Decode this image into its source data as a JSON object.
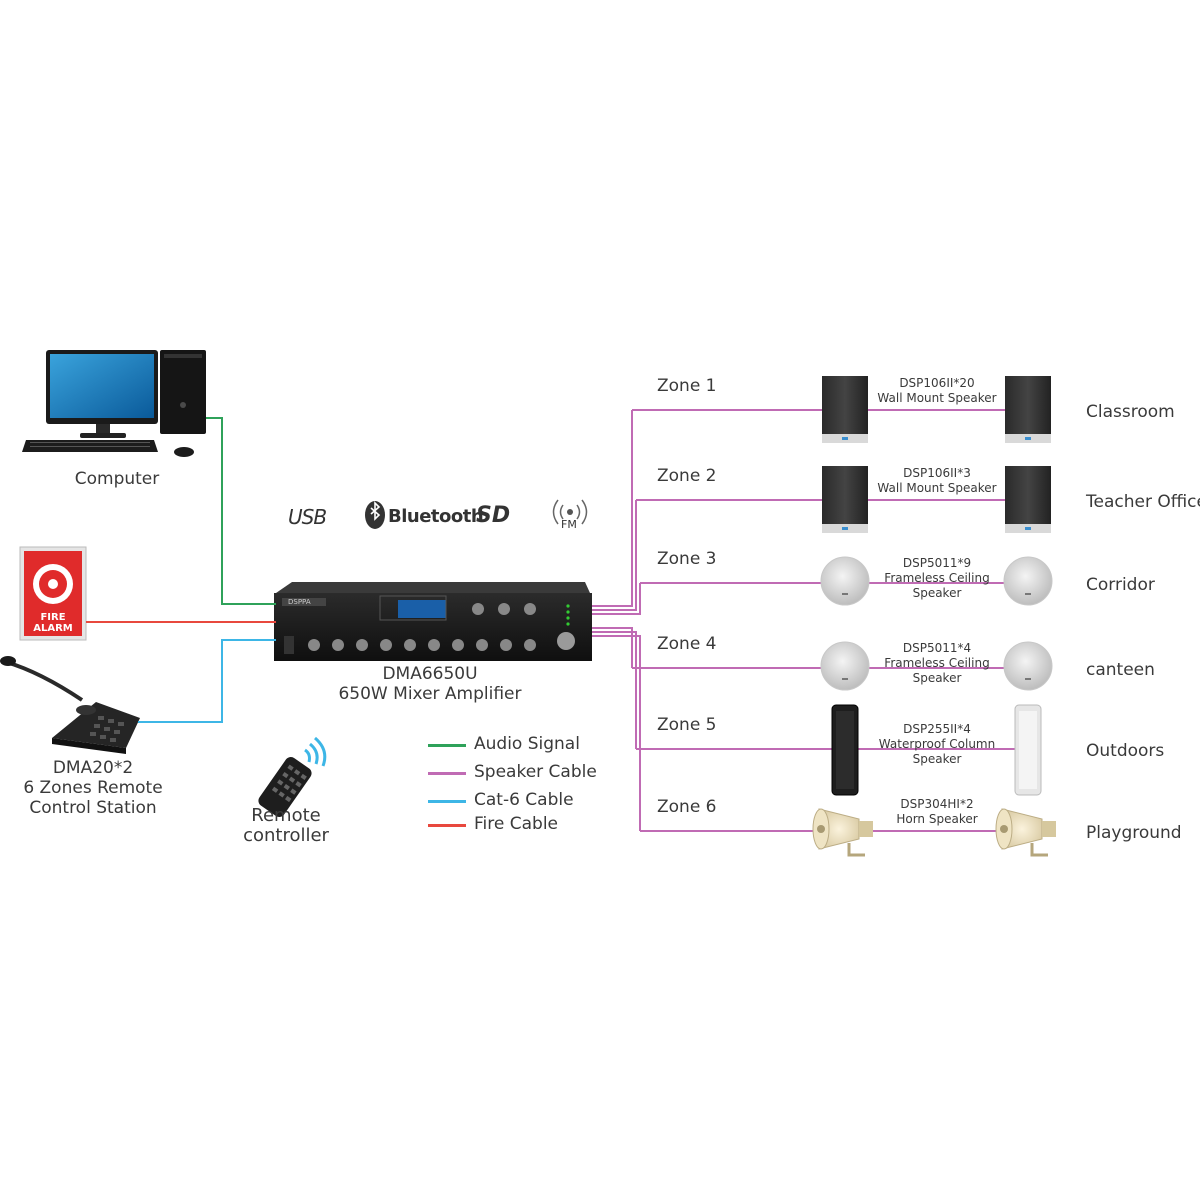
{
  "devices": {
    "computer": "Computer",
    "fire_alarm": "FIRE ALARM",
    "fire_alarm_lines": [
      "FIRE",
      "ALARM"
    ],
    "mic_station_lines": [
      "DMA20*2",
      "6 Zones Remote",
      "Control Station"
    ],
    "remote_lines": [
      "Remote",
      "controller"
    ],
    "amplifier_lines": [
      "DMA6650U",
      "650W Mixer Amplifier"
    ],
    "amp_brand": "DSPPA"
  },
  "sources": [
    "USB",
    "Bluetooth",
    "SD",
    "FM"
  ],
  "zones": [
    {
      "label": "Zone 1",
      "place": "Classroom",
      "speaker_lines": [
        "DSP106II*20",
        "Wall Mount Speaker"
      ],
      "speaker_type": "wall-mount"
    },
    {
      "label": "Zone 2",
      "place": "Teacher Office",
      "speaker_lines": [
        "DSP106II*3",
        "Wall Mount Speaker"
      ],
      "speaker_type": "wall-mount"
    },
    {
      "label": "Zone 3",
      "place": "Corridor",
      "speaker_lines": [
        "DSP5011*9",
        "Frameless  Ceiling",
        "Speaker"
      ],
      "speaker_type": "ceiling"
    },
    {
      "label": "Zone 4",
      "place": "canteen",
      "speaker_lines": [
        "DSP5011*4",
        "Frameless  Ceiling",
        "Speaker"
      ],
      "speaker_type": "ceiling"
    },
    {
      "label": "Zone 5",
      "place": "Outdoors",
      "speaker_lines": [
        "DSP255II*4",
        "Waterproof Column",
        "Speaker"
      ],
      "speaker_type": "column"
    },
    {
      "label": "Zone 6",
      "place": "Playground",
      "speaker_lines": [
        "DSP304HI*2",
        "Horn Speaker"
      ],
      "speaker_type": "horn"
    }
  ],
  "legend": [
    {
      "label": "Audio Signal",
      "color": "#2fa25a"
    },
    {
      "label": "Speaker Cable",
      "color": "#c06bb4"
    },
    {
      "label": "Cat-6 Cable",
      "color": "#3db6e6"
    },
    {
      "label": "Fire Cable",
      "color": "#e8483e"
    }
  ]
}
